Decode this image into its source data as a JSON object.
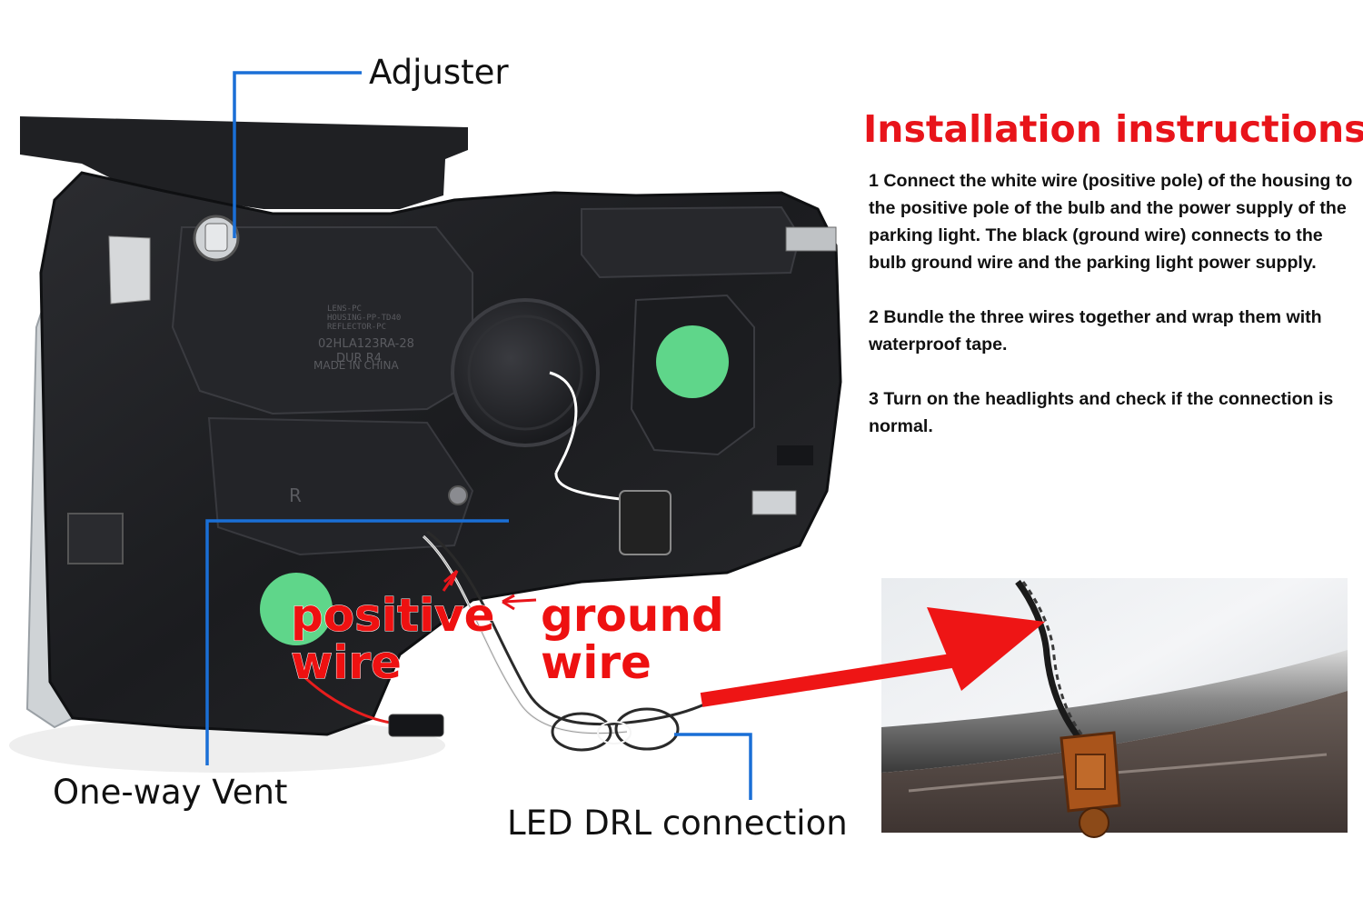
{
  "callouts": {
    "adjuster": "Adjuster",
    "vent": "One-way Vent",
    "drl": "LED DRL connection"
  },
  "wire_labels": {
    "positive_line1": "positive",
    "positive_line2": "wire",
    "ground_line1": "ground",
    "ground_line2": "wire"
  },
  "instructions": {
    "title": "Installation instructions",
    "steps": [
      "1 Connect the white wire (positive pole) of the housing to the positive pole of the bulb and the power supply of the parking light. The black (ground wire) connects to the bulb ground wire and the parking light power supply.",
      "2 Bundle the three wires together and wrap them with waterproof tape.",
      "3 Turn on the headlights and check if the connection is normal."
    ]
  },
  "housing_text": {
    "line1": "LENS-PC",
    "line2": "HOUSING-PP-TD40",
    "line3": "REFLECTOR-PC",
    "line4": "02HLA123RA-28",
    "line5": "DUR R4",
    "line6": "MADE IN CHINA",
    "r_mark": "R"
  },
  "colors": {
    "accent_red": "#e8141a",
    "leader_blue": "#1a6fd6",
    "housing_dark": "#1e1f22",
    "vent_green": "#5fd68a"
  }
}
